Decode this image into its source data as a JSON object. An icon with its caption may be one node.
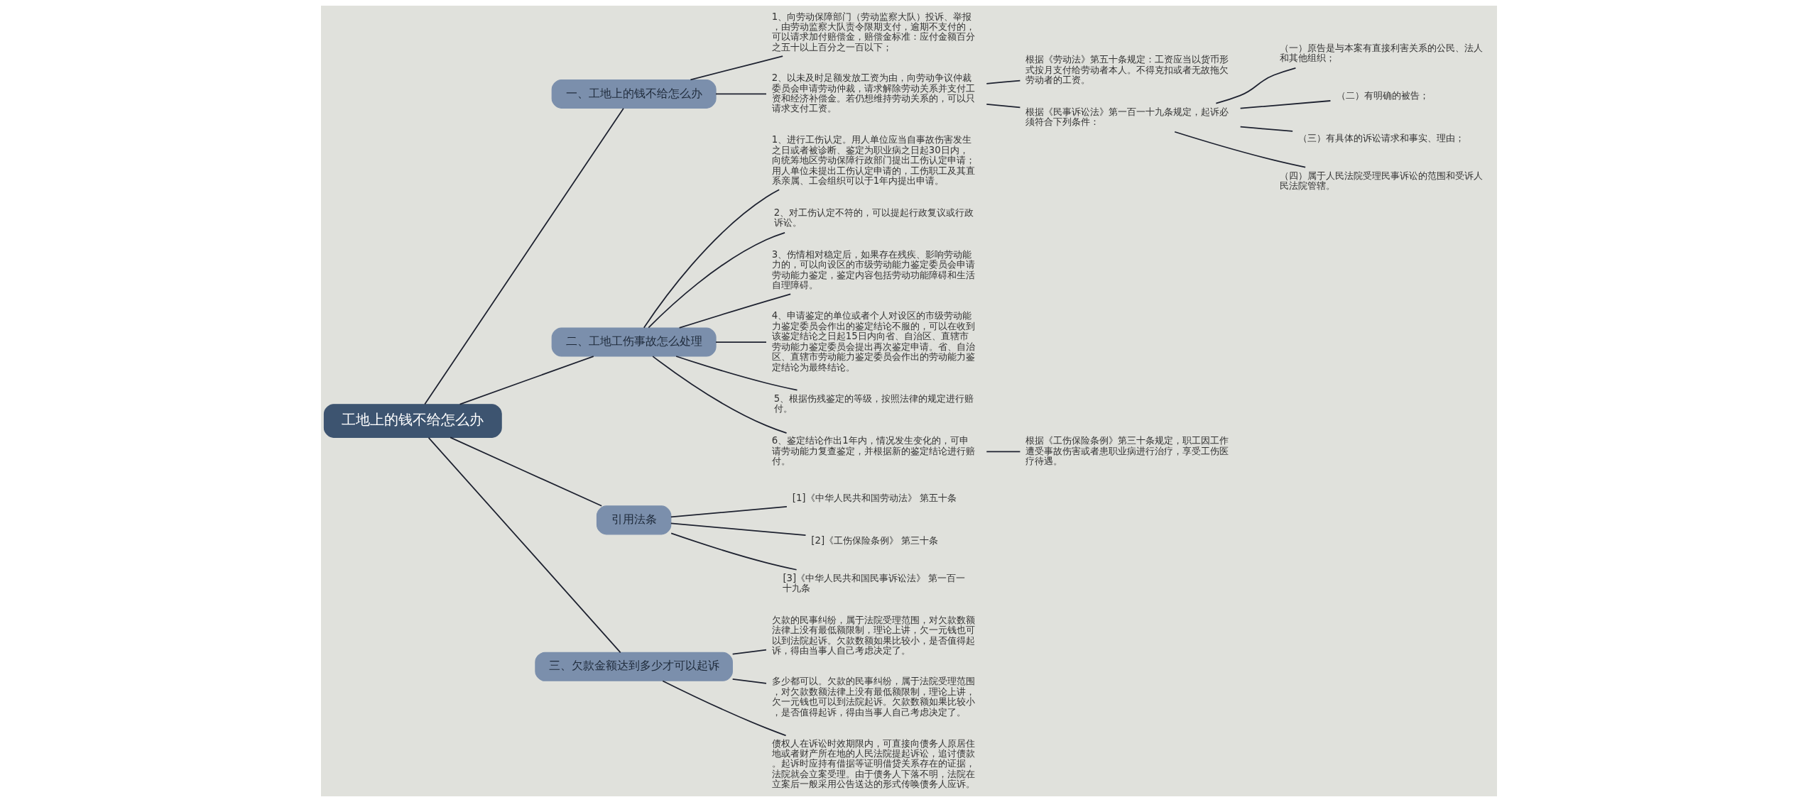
{
  "diagram": {
    "nodes": [
      {
        "text": [
          "工地上的钱不给怎么办"
        ]
      },
      {
        "text": [
          "一、工地上的钱不给怎么办"
        ]
      },
      {
        "text": [
          "1、向劳动保障部门（劳动监察大队）投诉、举报，由劳动监察大队责令限期支付，逾期不支付的，可以请求加付赔偿金，赔偿金标准：应付金额百分之五十以上百分之一百以下；"
        ]
      },
      {
        "text": [
          "2、以未及时足额发放工资为由，向劳动争议仲裁委员会申请劳动仲裁，请求解除劳动关系并支付工资和经济补偿金。若仍想维持劳动关系的，可以只请求支付工资。"
        ]
      },
      {
        "text": [
          "根据《劳动法》第五十条规定：工资应当以货币形式按月支付给劳动者本人。不得克扣或者无故拖欠劳动者的工资。"
        ]
      },
      {
        "text": [
          "根据《民事诉讼法》第一百一十九条规定，起诉必须符合下列条件："
        ]
      },
      {
        "text": [
          "（一）原告是与本案有直接利害关系的公民、法人和其他组织；"
        ]
      },
      {
        "text": [
          "（二）有明确的被告；"
        ]
      },
      {
        "text": [
          "（三）有具体的诉讼请求和事实、理由；"
        ]
      },
      {
        "text": [
          "（四）属于人民法院受理民事诉讼的范围和受诉人民法院管辖。"
        ]
      },
      {
        "text": [
          "二、工地工伤事故怎么处理"
        ]
      },
      {
        "text": [
          "1、进行工伤认定。用人单位应当自事故伤害发生之日或者被诊断、鉴定为职业病之日起30日内，向统筹地区劳动保障行政部门提出工伤认定申请；用人单位未提出工伤认定申请的，工伤职工及其直系亲属、工会组织可以于1年内提出申请。"
        ]
      },
      {
        "text": [
          "2、对工伤认定不符的，可以提起行政复议或行政诉讼。"
        ]
      },
      {
        "text": [
          "3、伤情相对稳定后，如果存在残疾、影响劳动能力的，可以向设区的市级劳动能力鉴定委员会申请劳动能力鉴定，鉴定内容包括劳动功能障碍和生活自理障碍。"
        ]
      },
      {
        "text": [
          "4、申请鉴定的单位或者个人对设区的市级劳动能力鉴定委员会作出的鉴定结论不服的，可以在收到该鉴定结论之日起15日内向省、自治区、直辖市劳动能力鉴定委员会提出再次鉴定申请。省、自治区、直辖市劳动能力鉴定委员会作出的劳动能力鉴定结论为最终结论。"
        ]
      },
      {
        "text": [
          "5、根据伤残鉴定的等级，按照法律的规定进行赔付。"
        ]
      },
      {
        "text": [
          "6、鉴定结论作出1年内，情况发生变化的，可申请劳动能力复查鉴定，并根据新的鉴定结论进行赔付。"
        ]
      },
      {
        "text": [
          "根据《工伤保险条例》第三十条规定，职工因工作遭受事故伤害或者患职业病进行治疗，享受工伤医疗待遇。"
        ]
      },
      {
        "text": [
          "引用法条"
        ]
      },
      {
        "text": [
          "[1]《中华人民共和国劳动法》 第五十条"
        ]
      },
      {
        "text": [
          "[2]《工伤保险条例》 第三十条"
        ]
      },
      {
        "text": [
          "[3]《中华人民共和国民事诉讼法》 第一百一十九条"
        ]
      },
      {
        "text": [
          "三、欠款金额达到多少才可以起诉"
        ]
      },
      {
        "text": [
          "欠款的民事纠纷，属于法院受理范围，对欠款数额法律上没有最低额限制，理论上讲，欠一元钱也可以到法院起诉。欠款数额如果比较小，是否值得起诉，得由当事人自己考虑决定了。"
        ]
      },
      {
        "text": [
          "多少都可以。欠款的民事纠纷，属于法院受理范围，对欠款数额法律上没有最低额限制，理论上讲，欠一元钱也可以到法院起诉。欠款数额如果比较小，是否值得起诉，得由当事人自己考虑决定了。"
        ]
      },
      {
        "text": [
          "债权人在诉讼时效期限内，可直接向债务人原居住地或者财产所在地的人民法院提起诉讼，追讨债款。起诉时应持有借据等证明借贷关系存在的证据，法院就会立案受理。由于债务人下落不明，法院在立案后一般采用公告送达的形式传唤债务人应诉。"
        ]
      }
    ],
    "edges": [
      {
        "from": 0,
        "to": 1,
        "arrow": "none"
      },
      {
        "from": 1,
        "to": 2,
        "arrow": "none"
      },
      {
        "from": 1,
        "to": 3,
        "arrow": "none"
      },
      {
        "from": 3,
        "to": 4,
        "arrow": "none"
      },
      {
        "from": 3,
        "to": 5,
        "arrow": "none"
      },
      {
        "from": 5,
        "to": 6,
        "arrow": "none"
      },
      {
        "from": 5,
        "to": 7,
        "arrow": "none"
      },
      {
        "from": 5,
        "to": 8,
        "arrow": "none"
      },
      {
        "from": 5,
        "to": 9,
        "arrow": "none"
      },
      {
        "from": 0,
        "to": 10,
        "arrow": "none"
      },
      {
        "from": 10,
        "to": 11,
        "arrow": "none"
      },
      {
        "from": 10,
        "to": 12,
        "arrow": "none"
      },
      {
        "from": 10,
        "to": 13,
        "arrow": "none"
      },
      {
        "from": 10,
        "to": 14,
        "arrow": "none"
      },
      {
        "from": 10,
        "to": 15,
        "arrow": "none"
      },
      {
        "from": 10,
        "to": 16,
        "arrow": "none"
      },
      {
        "from": 16,
        "to": 17,
        "arrow": "none"
      },
      {
        "from": 0,
        "to": 18,
        "arrow": "none"
      },
      {
        "from": 18,
        "to": 19,
        "arrow": "none"
      },
      {
        "from": 18,
        "to": 20,
        "arrow": "none"
      },
      {
        "from": 18,
        "to": 21,
        "arrow": "none"
      },
      {
        "from": 0,
        "to": 22,
        "arrow": "none"
      },
      {
        "from": 22,
        "to": 23,
        "arrow": "none"
      },
      {
        "from": 22,
        "to": 24,
        "arrow": "none"
      },
      {
        "from": 22,
        "to": 25,
        "arrow": "none"
      }
    ]
  }
}
